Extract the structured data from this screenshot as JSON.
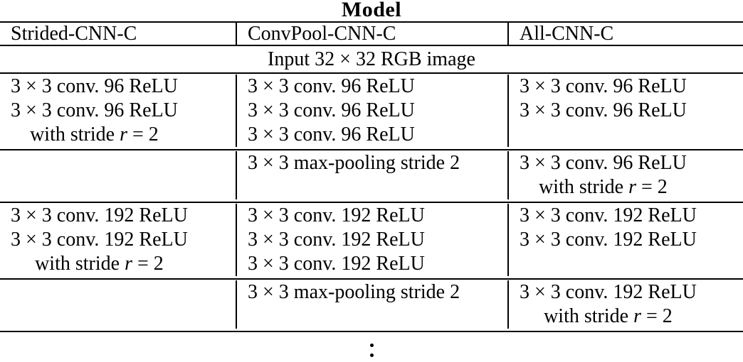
{
  "title": "Model",
  "colors": {
    "text": "#000000",
    "background": "#ffffff",
    "rule": "#000000"
  },
  "table": {
    "columns": [
      "Strided-CNN-C",
      "ConvPool-CNN-C",
      "All-CNN-C"
    ],
    "input_row": "Input 32 × 32 RGB image",
    "blocks": [
      {
        "cells": [
          [
            "3 × 3 conv. 96 ReLU",
            "3 × 3 conv. 96 ReLU",
            "with stride r = 2"
          ],
          [
            "3 × 3 conv. 96 ReLU",
            "3 × 3 conv. 96 ReLU",
            "3 × 3 conv. 96 ReLU"
          ],
          [
            "3 × 3 conv. 96 ReLU",
            "3 × 3 conv. 96 ReLU"
          ]
        ]
      },
      {
        "cells": [
          [],
          [
            "3 × 3 max-pooling stride 2"
          ],
          [
            "3 × 3 conv. 96 ReLU",
            "with stride r = 2"
          ]
        ]
      },
      {
        "cells": [
          [
            "3 × 3 conv. 192 ReLU",
            "3 × 3 conv. 192 ReLU",
            "with stride r = 2"
          ],
          [
            "3 × 3 conv. 192 ReLU",
            "3 × 3 conv. 192 ReLU",
            "3 × 3 conv. 192 ReLU"
          ],
          [
            "3 × 3 conv. 192 ReLU",
            "3 × 3 conv. 192 ReLU"
          ]
        ]
      },
      {
        "cells": [
          [],
          [
            "3 × 3 max-pooling stride 2"
          ],
          [
            "3 × 3 conv. 192 ReLU",
            "with stride r = 2"
          ]
        ]
      }
    ]
  },
  "icons": {
    "vertical-ellipsis": "⋮"
  }
}
